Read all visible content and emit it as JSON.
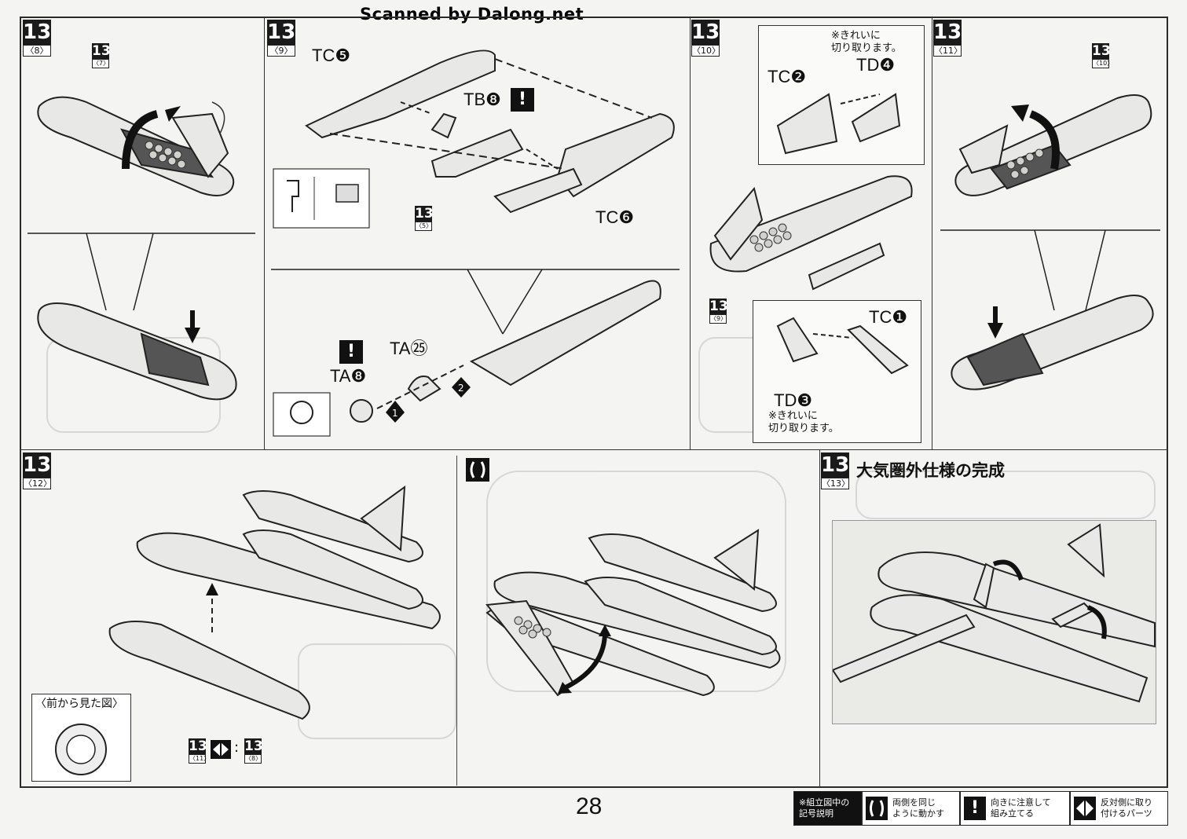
{
  "page": {
    "number": "28",
    "scan_credit": "Scanned by Dalong.net"
  },
  "steps": {
    "s8": {
      "num": "13",
      "sub": "〈8〉",
      "ref_num": "13",
      "ref_sub": "〈7〉"
    },
    "s9": {
      "num": "13",
      "sub": "〈9〉",
      "ref_num": "13",
      "ref_sub": "〈5〉",
      "parts": {
        "tc5": "TC❺",
        "tb8": "TB❽",
        "tc6": "TC❻",
        "ta25": "TA㉕",
        "ta8": "TA❽"
      },
      "markers": {
        "m1": "1",
        "m2": "2"
      }
    },
    "s10": {
      "num": "13",
      "sub": "〈10〉",
      "ref_num": "13",
      "ref_sub": "〈9〉",
      "parts": {
        "tc2": "TC❷",
        "td4": "TD❹",
        "tc1": "TC❶",
        "td3": "TD❸"
      },
      "note_top": [
        "※きれいに",
        "切り取ります。"
      ],
      "note_bottom": [
        "※きれいに",
        "切り取ります。"
      ]
    },
    "s11": {
      "num": "13",
      "sub": "〈11〉",
      "ref_num": "13",
      "ref_sub": "〈10〉"
    },
    "s12": {
      "num": "13",
      "sub": "〈12〉",
      "front_view": "〈前から見た図〉",
      "ref_a_num": "13",
      "ref_a_sub": "〈11〉",
      "ref_b_num": "13",
      "ref_b_sub": "〈8〉",
      "sep": ":"
    },
    "s13": {
      "num": "13",
      "sub": "〈13〉",
      "title": "大気圏外仕様の完成"
    }
  },
  "legend": {
    "intro": [
      "※組立図中の",
      "記号説明"
    ],
    "items": [
      {
        "icon": "symmetric-move-icon",
        "text": [
          "両側を同じ",
          "ように動かす"
        ]
      },
      {
        "icon": "exclamation-icon",
        "text": [
          "向きに注意して",
          "組み立てる"
        ]
      },
      {
        "icon": "opposite-side-icon",
        "text": [
          "反対側に取り",
          "付けるパーツ"
        ]
      }
    ]
  },
  "exclaim": "!"
}
